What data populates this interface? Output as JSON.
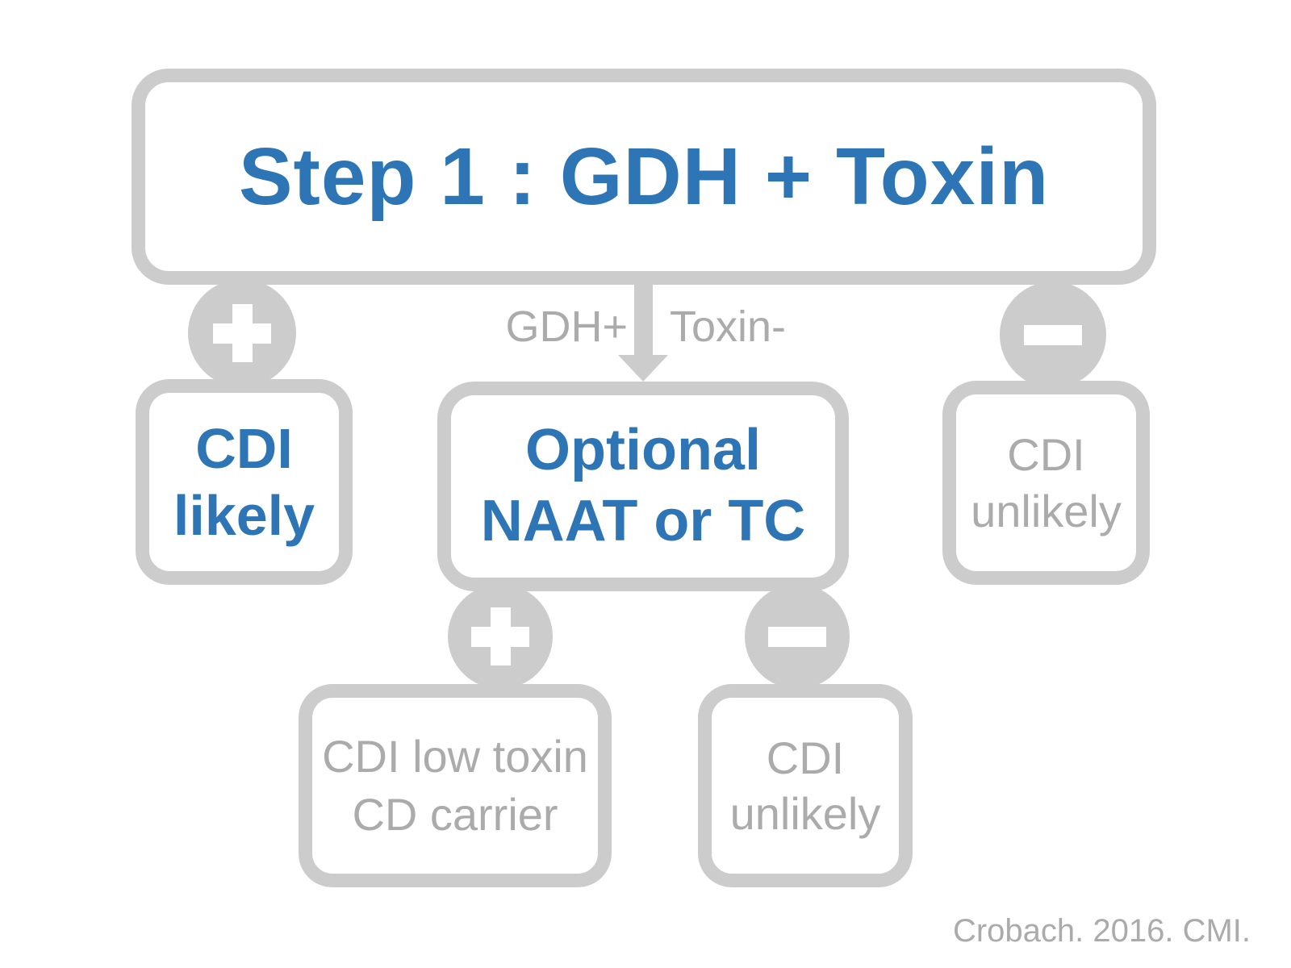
{
  "palette": {
    "accent_blue": "#2E75B6",
    "shape_gray": "#CCCCCC",
    "muted_text_gray": "#ABABAB",
    "background": "#FFFFFF"
  },
  "flowchart": {
    "step1": {
      "title": "Step 1 : GDH + Toxin"
    },
    "connectors": {
      "left_sign": "plus",
      "right_sign": "minus",
      "arrow_label_left": "GDH+",
      "arrow_label_right": "Toxin-",
      "optional_left_sign": "plus",
      "optional_right_sign": "minus"
    },
    "nodes": {
      "cdi_likely": {
        "lines": [
          "CDI",
          "likely"
        ],
        "emphasis": "blue"
      },
      "optional_naat_tc": {
        "lines": [
          "Optional",
          "NAAT or TC"
        ],
        "emphasis": "blue"
      },
      "cdi_unlikely_right": {
        "lines": [
          "CDI",
          "unlikely"
        ],
        "emphasis": "gray"
      },
      "cdi_low_toxin": {
        "lines": [
          "CDI low toxin",
          "CD carrier"
        ],
        "emphasis": "gray"
      },
      "cdi_unlikely_bottom": {
        "lines": [
          "CDI",
          "unlikely"
        ],
        "emphasis": "gray"
      }
    },
    "citation": "Crobach. 2016. CMI."
  }
}
